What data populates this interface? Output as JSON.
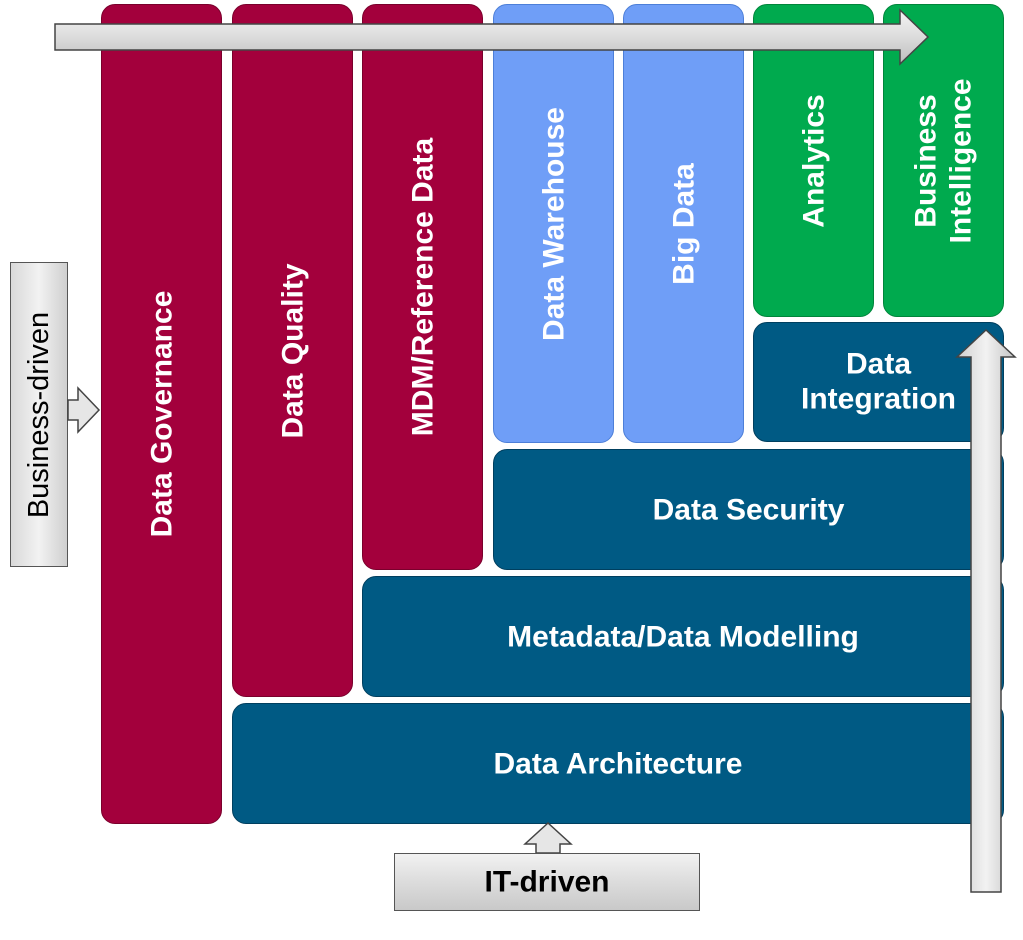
{
  "columns": {
    "data_governance": "Data Governance",
    "data_quality": "Data Quality",
    "mdm_reference_data": "MDM/Reference Data",
    "data_warehouse": "Data Warehouse",
    "big_data": "Big Data",
    "analytics": "Analytics",
    "business_intelligence_line1": "Business",
    "business_intelligence_line2": "Intelligence"
  },
  "layers": {
    "data_integration_line1": "Data",
    "data_integration_line2": "Integration",
    "data_security": "Data Security",
    "metadata_modelling": "Metadata/Data Modelling",
    "data_architecture": "Data Architecture"
  },
  "axes": {
    "business_driven": "Business-driven",
    "it_driven": "IT-driven"
  },
  "colors": {
    "business_blocks": "#a3003c",
    "warehouse_blocks": "#6f9ef7",
    "analytics_blocks": "#00aa4e",
    "infrastructure_blocks": "#005a84"
  }
}
